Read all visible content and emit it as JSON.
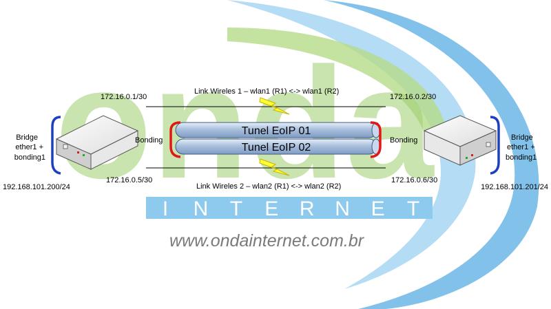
{
  "brand": {
    "logo_text": "onda",
    "band_letters": [
      "I",
      "N",
      "T",
      "E",
      "R",
      "N",
      "E",
      "T"
    ],
    "url": "www.ondainternet.com.br",
    "colors": {
      "green": "#9ecf6f",
      "blue": "#6cb7e6",
      "band": "#8ec9ee"
    }
  },
  "left_device": {
    "bridge_lines": [
      "Bridge",
      "ether1 +",
      "bonding1"
    ],
    "ip": "192.168.101.200/24",
    "bonding_label": "Bonding"
  },
  "right_device": {
    "bridge_lines": [
      "Bridge",
      "ether1 +",
      "bonding1"
    ],
    "ip": "192.168.101.201/24",
    "bonding_label": "Bonding"
  },
  "links": {
    "link1": {
      "label": "Link Wireles 1 – wlan1 (R1) <-> wlan1 (R2)",
      "ip_left": "172.16.0.1/30",
      "ip_right": "172.16.0.2/30"
    },
    "link2": {
      "label": "Link Wireles 2 – wlan2 (R1) <-> wlan2 (R2)",
      "ip_left": "172.16.0.5/30",
      "ip_right": "172.16.0.6/30"
    }
  },
  "tunnels": [
    "Tunel EoIP 01",
    "Tunel EoIP 02"
  ],
  "colors": {
    "bracket_blue": "#1f3fbf",
    "bracket_red": "#e01818",
    "tube": "#a8bfdc",
    "bolt": "#ffff33"
  }
}
